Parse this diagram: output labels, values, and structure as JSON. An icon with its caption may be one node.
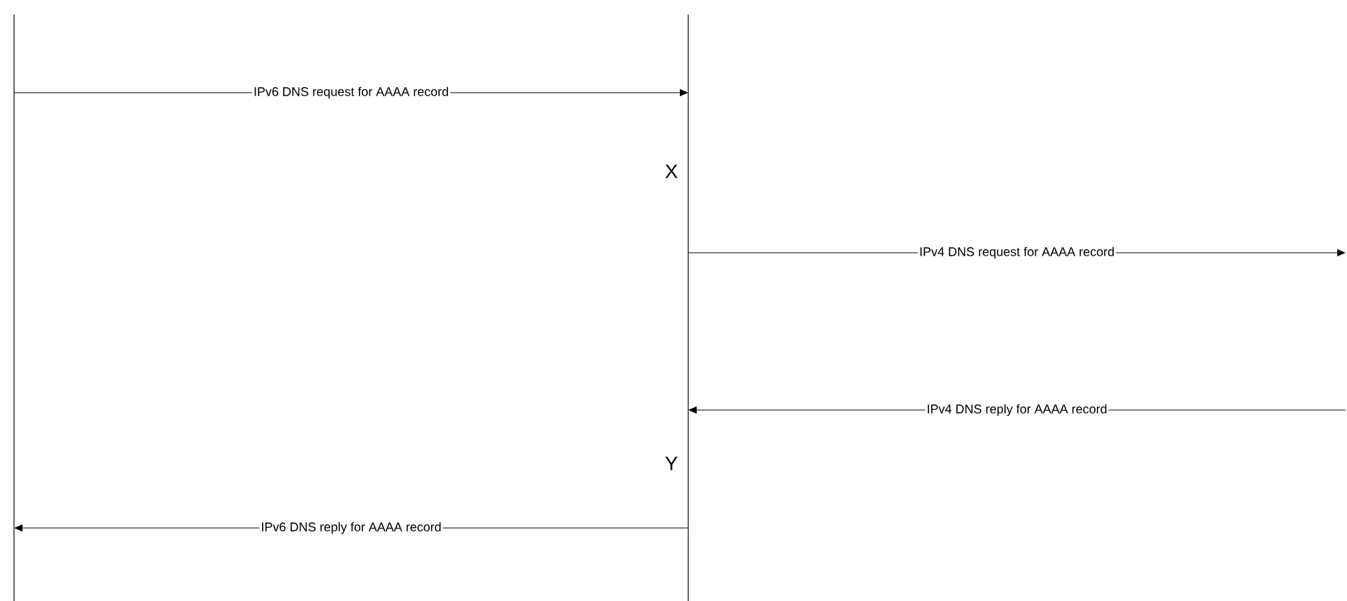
{
  "diagram": {
    "nodes": [
      {
        "text": [],
        "shape": "bar"
      },
      {
        "text": [],
        "shape": "bar"
      }
    ],
    "edges": [
      {
        "from": 0,
        "to": 1,
        "arrow": "to",
        "label": "IPv6 DNS request for AAAA record"
      },
      {
        "from": 1,
        "to": null,
        "arrow": "to",
        "label": "IPv4 DNS request for AAAA record"
      },
      {
        "from": null,
        "to": 1,
        "arrow": "to",
        "label": "IPv4 DNS reply for AAAA record"
      },
      {
        "from": 1,
        "to": 0,
        "arrow": "to",
        "label": "IPv6 DNS reply for AAAA record"
      }
    ],
    "labels": [
      "X",
      "Y"
    ]
  }
}
